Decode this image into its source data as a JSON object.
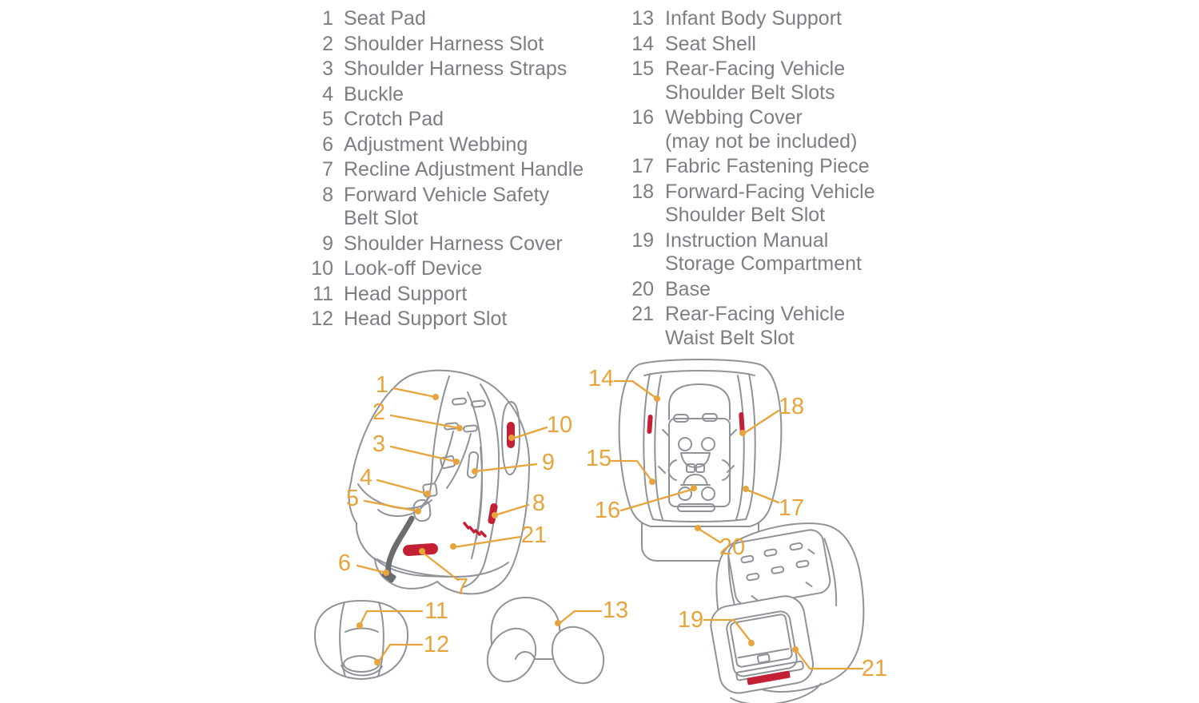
{
  "colors": {
    "background": "#ffffff",
    "legend_text": "#7b7e82",
    "callout_accent": "#e8a43c",
    "line_art_gray": "#8f9398",
    "sticker_red": "#c32036",
    "strap_dark_gray": "#6a6d70"
  },
  "legend": {
    "left": [
      {
        "num": "1",
        "lines": [
          "Seat Pad"
        ]
      },
      {
        "num": "2",
        "lines": [
          "Shoulder Harness Slot"
        ]
      },
      {
        "num": "3",
        "lines": [
          "Shoulder Harness Straps"
        ]
      },
      {
        "num": "4",
        "lines": [
          "Buckle"
        ]
      },
      {
        "num": "5",
        "lines": [
          "Crotch Pad"
        ]
      },
      {
        "num": "6",
        "lines": [
          "Adjustment Webbing"
        ]
      },
      {
        "num": "7",
        "lines": [
          "Recline Adjustment Handle"
        ]
      },
      {
        "num": "8",
        "lines": [
          "Forward Vehicle Safety",
          "Belt Slot"
        ]
      },
      {
        "num": "9",
        "lines": [
          "Shoulder Harness Cover"
        ]
      },
      {
        "num": "10",
        "lines": [
          "Look-off Device"
        ]
      },
      {
        "num": "11",
        "lines": [
          "Head Support"
        ]
      },
      {
        "num": "12",
        "lines": [
          "Head Support Slot"
        ]
      }
    ],
    "right": [
      {
        "num": "13",
        "lines": [
          "Infant Body Support"
        ]
      },
      {
        "num": "14",
        "lines": [
          "Seat Shell"
        ]
      },
      {
        "num": "15",
        "lines": [
          "Rear-Facing Vehicle",
          "Shoulder Belt Slots"
        ]
      },
      {
        "num": "16",
        "lines": [
          "Webbing Cover",
          "(may not be included)"
        ]
      },
      {
        "num": "17",
        "lines": [
          "Fabric Fastening Piece"
        ]
      },
      {
        "num": "18",
        "lines": [
          "Forward-Facing Vehicle",
          "Shoulder Belt Slot"
        ]
      },
      {
        "num": "19",
        "lines": [
          "Instruction Manual",
          "Storage Compartment"
        ]
      },
      {
        "num": "20",
        "lines": [
          "Base"
        ]
      },
      {
        "num": "21",
        "lines": [
          "Rear-Facing Vehicle",
          "Waist Belt Slot"
        ]
      }
    ]
  },
  "diagram": {
    "figures": [
      "side-view",
      "front-view",
      "head-support",
      "infant-body-support",
      "rear-view-with-base"
    ],
    "callouts": [
      {
        "label": "1"
      },
      {
        "label": "2"
      },
      {
        "label": "3"
      },
      {
        "label": "4"
      },
      {
        "label": "5"
      },
      {
        "label": "6"
      },
      {
        "label": "7"
      },
      {
        "label": "8"
      },
      {
        "label": "9"
      },
      {
        "label": "10"
      },
      {
        "label": "21"
      },
      {
        "label": "14"
      },
      {
        "label": "15"
      },
      {
        "label": "16"
      },
      {
        "label": "17"
      },
      {
        "label": "18"
      },
      {
        "label": "20"
      },
      {
        "label": "11"
      },
      {
        "label": "12"
      },
      {
        "label": "13"
      },
      {
        "label": "19"
      },
      {
        "label": "21"
      }
    ]
  }
}
